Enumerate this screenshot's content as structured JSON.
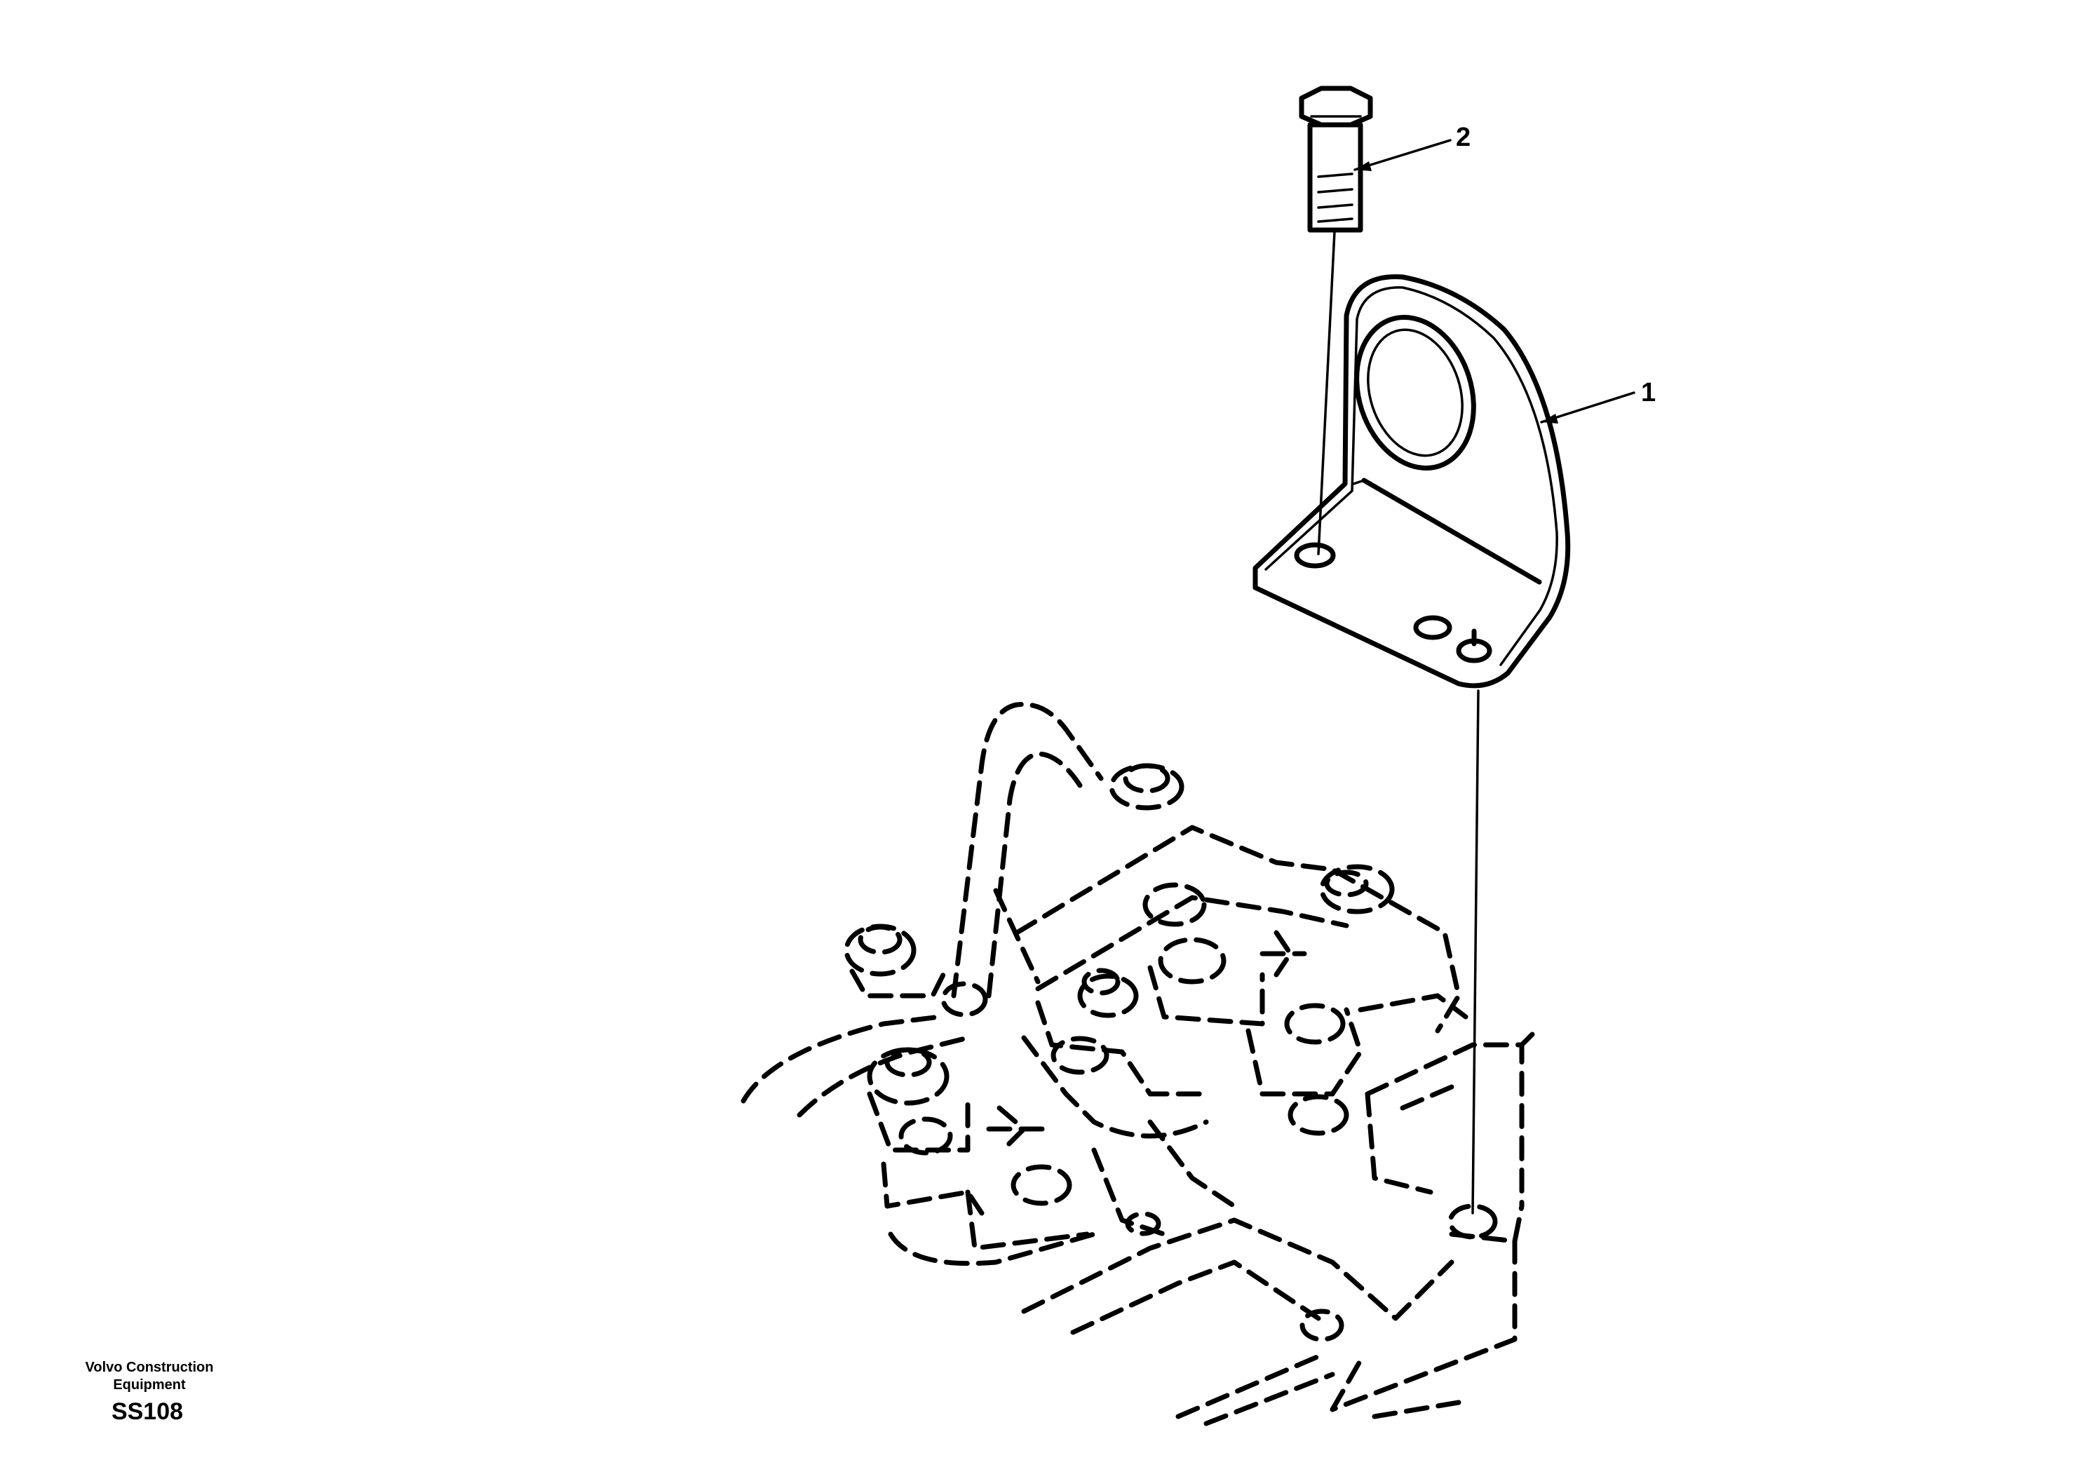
{
  "callouts": [
    {
      "number": "1",
      "part": "bracket"
    },
    {
      "number": "2",
      "part": "screw"
    }
  ],
  "footer": {
    "company_line1": "Volvo Construction",
    "company_line2": "Equipment",
    "figure_code": "SS108"
  }
}
